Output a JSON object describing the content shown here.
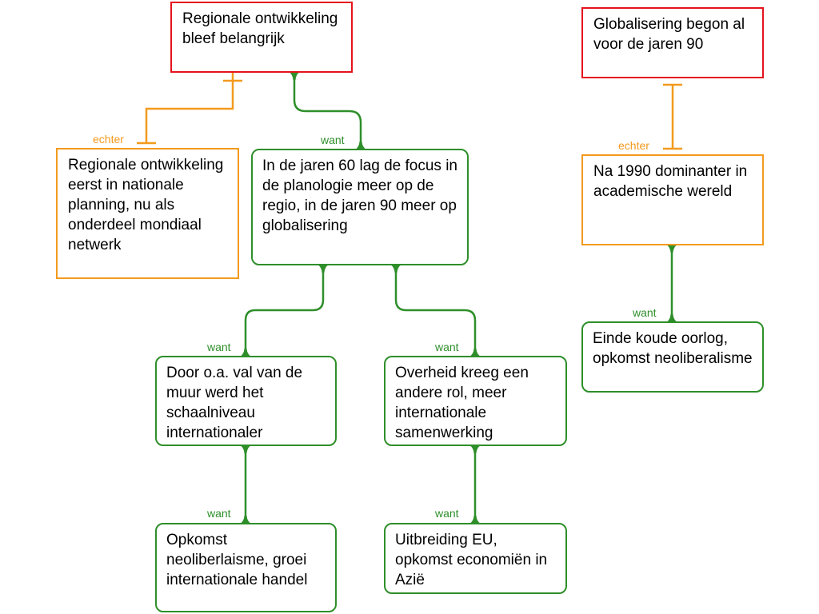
{
  "colors": {
    "claim_border": "#e5131d",
    "objection_border": "#f39a1e",
    "reason_border": "#2e8f2a"
  },
  "nodes": {
    "main_claim": "Regionale ontwikkeling bleef belangrijk",
    "objection_main": "Regionale ontwikkeling eerst in nationale planning, nu als onderdeel mondiaal netwerk",
    "reason_main": "In de jaren 60 lag de focus in de planologie meer op de regio, in de jaren 90 meer op globalisering",
    "reason_wall": "Door o.a. val van de muur werd het schaalniveau internationaler",
    "reason_government": "Overheid kreeg een andere rol, meer internationale samenwerking",
    "reason_neoliberalism_trade": "Opkomst neoliberlaisme, groei internationale handel",
    "reason_eu_asia": "Uitbreiding EU, opkomst economiën in Azië",
    "side_claim": "Globalisering begon al voor de jaren 90",
    "side_objection": "Na 1990 dominanter in academische wereld",
    "side_reason": "Einde koude oorlog, opkomst neoliberalisme"
  },
  "labels": {
    "echter": "echter",
    "want": "want"
  }
}
